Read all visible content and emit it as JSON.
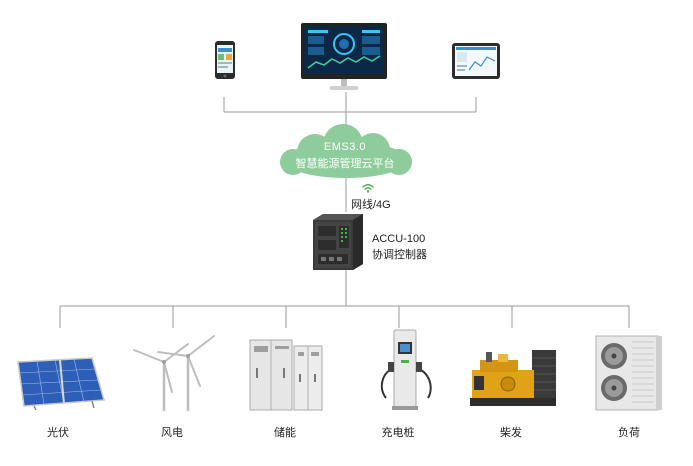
{
  "platform": {
    "line1": "EMS3.0",
    "line2": "智慧能源管理云平台"
  },
  "network": {
    "label": "网线/4G"
  },
  "controller": {
    "model": "ACCU-100",
    "name": "协调控制器"
  },
  "clients": [
    {
      "name": "phone-icon"
    },
    {
      "name": "monitor-icon"
    },
    {
      "name": "tablet-icon"
    }
  ],
  "devices": [
    {
      "label": "光伏",
      "icon": "solar-panel-icon"
    },
    {
      "label": "风电",
      "icon": "wind-turbine-icon"
    },
    {
      "label": "储能",
      "icon": "battery-cabinet-icon"
    },
    {
      "label": "充电桩",
      "icon": "charging-pile-icon"
    },
    {
      "label": "柴发",
      "icon": "diesel-generator-icon"
    },
    {
      "label": "负荷",
      "icon": "load-icon"
    }
  ],
  "colors": {
    "cloud": "#8fcc9b",
    "lines": "#9a9a9a",
    "wifi": "#4caf50"
  }
}
